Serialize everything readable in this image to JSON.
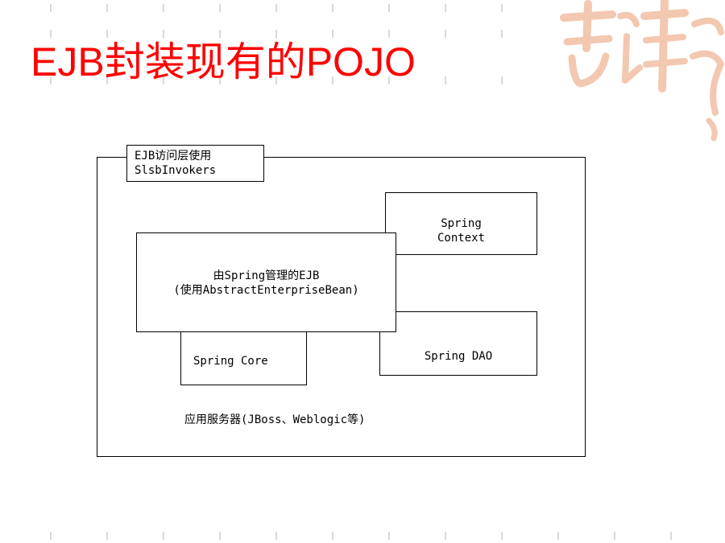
{
  "slide": {
    "title": "EJB封装现有的POJO",
    "colors": {
      "title": "#ff0000",
      "logo": "#f2c8b0"
    }
  },
  "diagram": {
    "access_layer": {
      "line1": "EJB访问层使用",
      "line2": "SlsbInvokers"
    },
    "spring_context": {
      "line1": "Spring",
      "line2": "Context"
    },
    "managed_ejb": {
      "line1": "由Spring管理的EJB",
      "line2": "(使用AbstractEnterpriseBean)"
    },
    "spring_core": "Spring Core",
    "spring_dao": "Spring DAO",
    "app_server": "应用服务器(JBoss、Weblogic等)"
  },
  "decoration": {
    "logo": "decorative-calligraphy-logo"
  }
}
